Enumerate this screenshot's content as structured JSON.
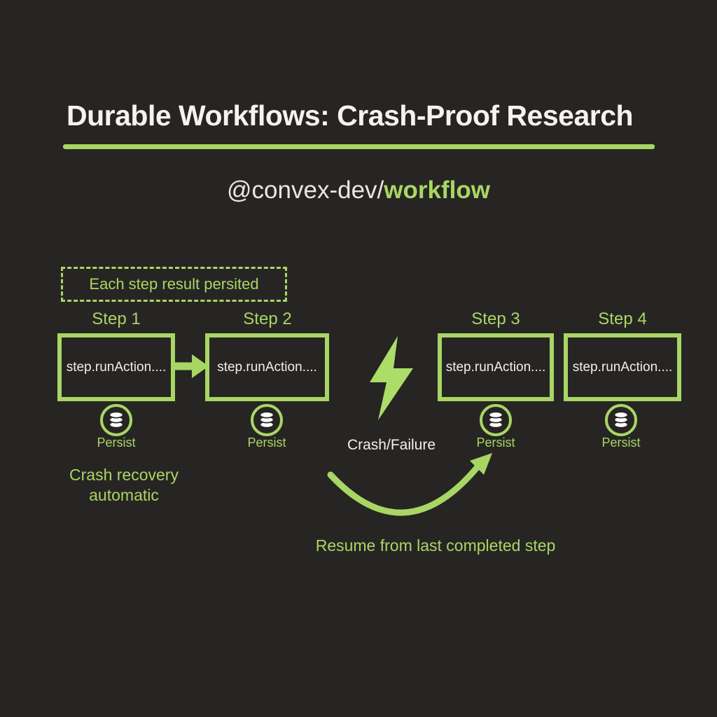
{
  "colors": {
    "background": "#272523",
    "accent_green": "#a8d664",
    "text_light": "#f3f2ef"
  },
  "header": {
    "title": "Durable Workflows: Crash-Proof Research",
    "subtitle_prefix": "@convex-dev/",
    "subtitle_highlight": "workflow"
  },
  "callout": {
    "label": "Each step result persited"
  },
  "steps": [
    {
      "label": "Step 1",
      "code": "step.runAction....",
      "persist_label": "Persist"
    },
    {
      "label": "Step 2",
      "code": "step.runAction....",
      "persist_label": "Persist"
    },
    {
      "label": "Step 3",
      "code": "step.runAction....",
      "persist_label": "Persist"
    },
    {
      "label": "Step 4",
      "code": "step.runAction....",
      "persist_label": "Persist"
    }
  ],
  "crash": {
    "label": "Crash/Failure",
    "icon": "lightning-bolt-icon"
  },
  "icons": {
    "persist": "database-icon",
    "flow": "arrow-right-icon",
    "resume": "curved-arrow-icon"
  },
  "annotations": {
    "recovery": "Crash recovery automatic",
    "resume": "Resume from last completed step"
  }
}
